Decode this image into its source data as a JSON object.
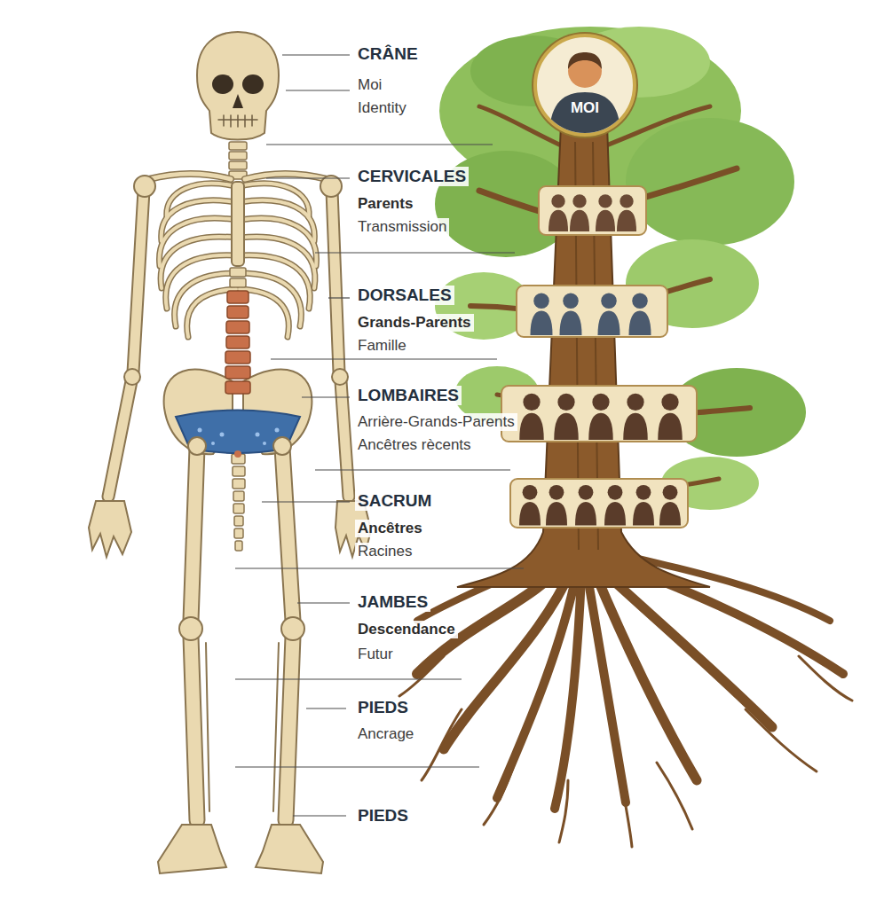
{
  "diagram": {
    "nodes": [
      {
        "text": [
          "MOI"
        ]
      }
    ],
    "labels": [
      "CRÂNE",
      "Moi",
      "Identity",
      "CERVICALES",
      "Parents",
      "Transmission",
      "DORSALES",
      "Grands-Parents",
      "Famille",
      "LOMBAIRES",
      "Arrière-Grands-Parents",
      "Ancêtres rècents",
      "SACRUM",
      "Ancêtres",
      "Racines",
      "JAMBES",
      "Descendance",
      "Futur",
      "PIEDS",
      "Ancrage",
      "PIEDS"
    ]
  }
}
